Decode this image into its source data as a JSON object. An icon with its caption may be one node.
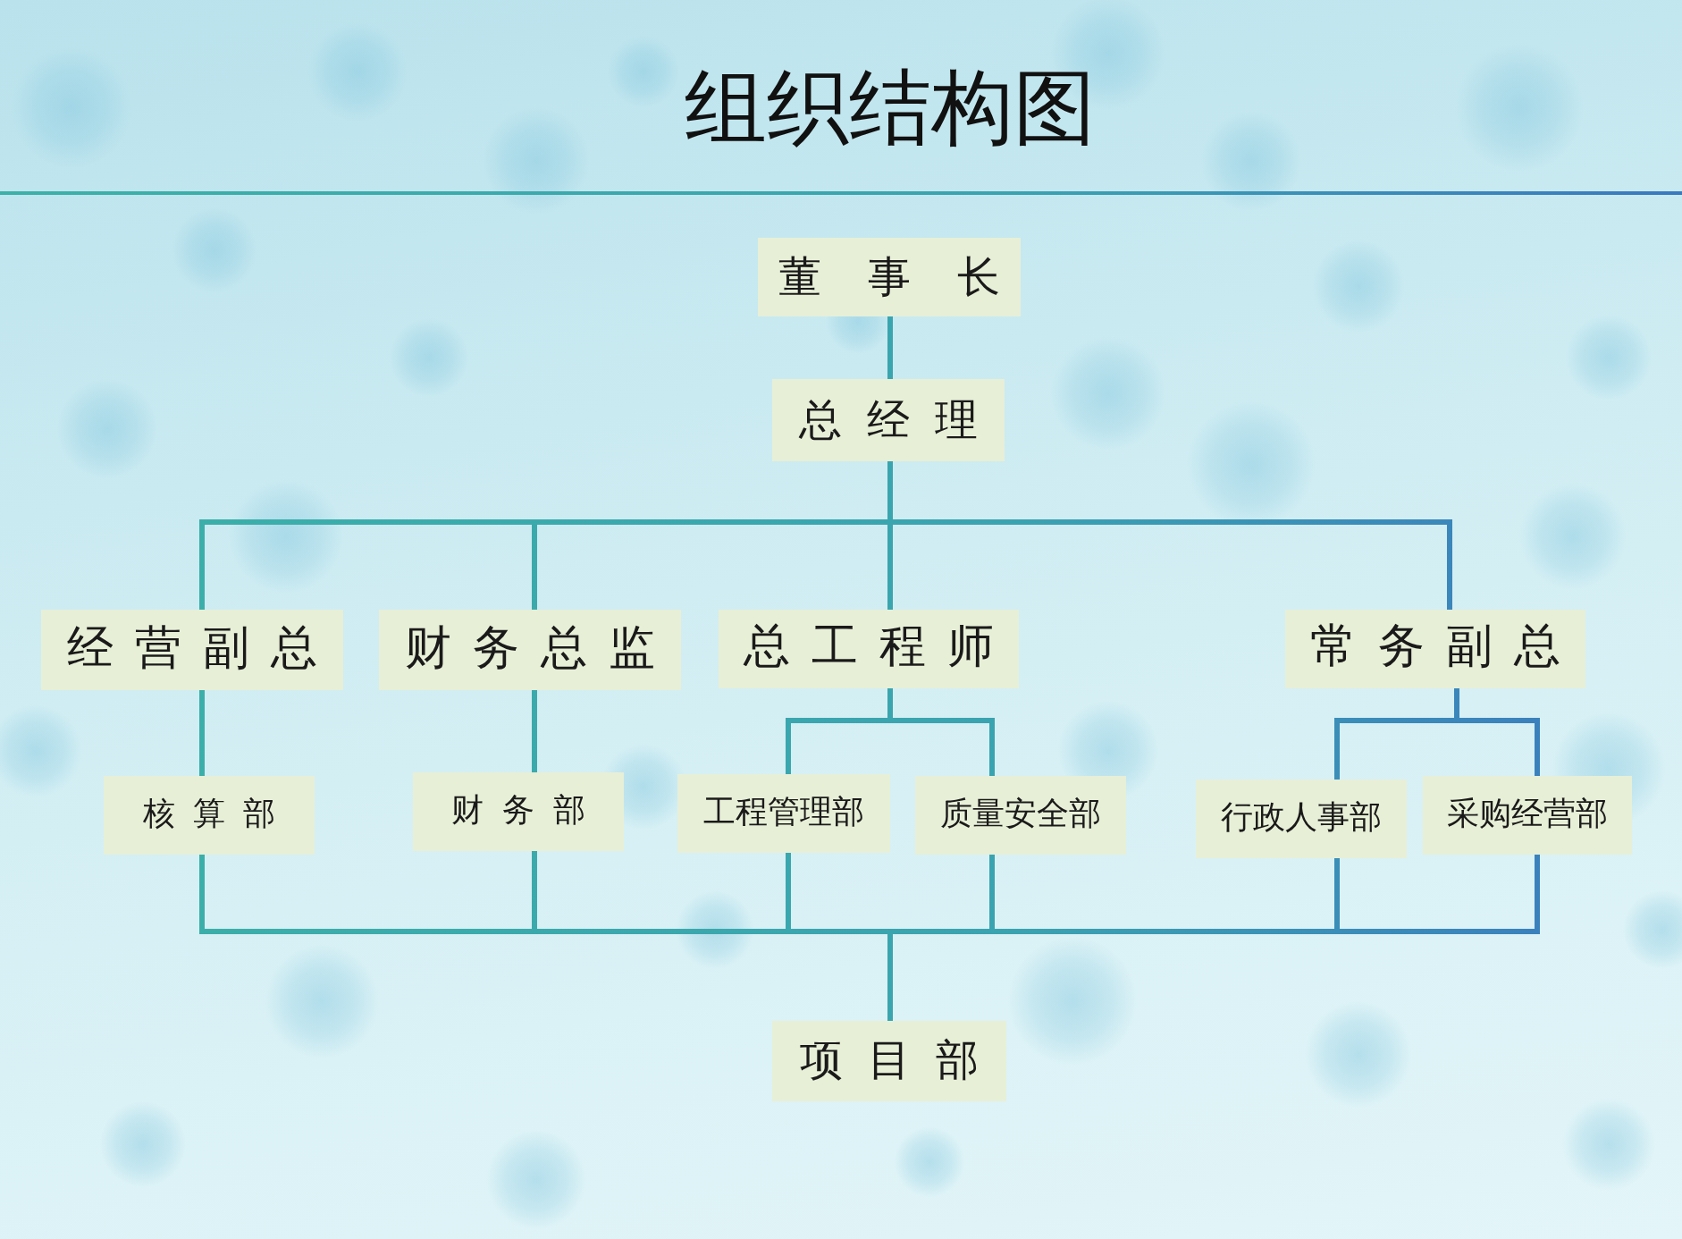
{
  "diagram": {
    "title": "组织结构图",
    "nodes": [
      {
        "text": [
          "董事长"
        ]
      },
      {
        "text": [
          "总经理"
        ]
      },
      {
        "text": [
          "经营副总"
        ]
      },
      {
        "text": [
          "财务总监"
        ]
      },
      {
        "text": [
          "总工程师"
        ]
      },
      {
        "text": [
          "常务副总"
        ]
      },
      {
        "text": [
          "核算部"
        ]
      },
      {
        "text": [
          "财务部"
        ]
      },
      {
        "text": [
          "工程管理部"
        ]
      },
      {
        "text": [
          "质量安全部"
        ]
      },
      {
        "text": [
          "行政人事部"
        ]
      },
      {
        "text": [
          "采购经营部"
        ]
      },
      {
        "text": [
          "项目部"
        ]
      }
    ],
    "edges": [
      {
        "from": 0,
        "to": 1,
        "arrow": "none"
      },
      {
        "from": 1,
        "to": 2,
        "arrow": "none"
      },
      {
        "from": 1,
        "to": 3,
        "arrow": "none"
      },
      {
        "from": 1,
        "to": 4,
        "arrow": "none"
      },
      {
        "from": 1,
        "to": 5,
        "arrow": "none"
      },
      {
        "from": 2,
        "to": 6,
        "arrow": "none"
      },
      {
        "from": 3,
        "to": 7,
        "arrow": "none"
      },
      {
        "from": 4,
        "to": 8,
        "arrow": "none"
      },
      {
        "from": 4,
        "to": 9,
        "arrow": "none"
      },
      {
        "from": 5,
        "to": 10,
        "arrow": "none"
      },
      {
        "from": 5,
        "to": 11,
        "arrow": "none"
      },
      {
        "from": 6,
        "to": 12,
        "arrow": "none"
      },
      {
        "from": 7,
        "to": 12,
        "arrow": "none"
      },
      {
        "from": 8,
        "to": 12,
        "arrow": "none"
      },
      {
        "from": 9,
        "to": 12,
        "arrow": "none"
      },
      {
        "from": 10,
        "to": 12,
        "arrow": "none"
      },
      {
        "from": 11,
        "to": 12,
        "arrow": "none"
      }
    ]
  }
}
